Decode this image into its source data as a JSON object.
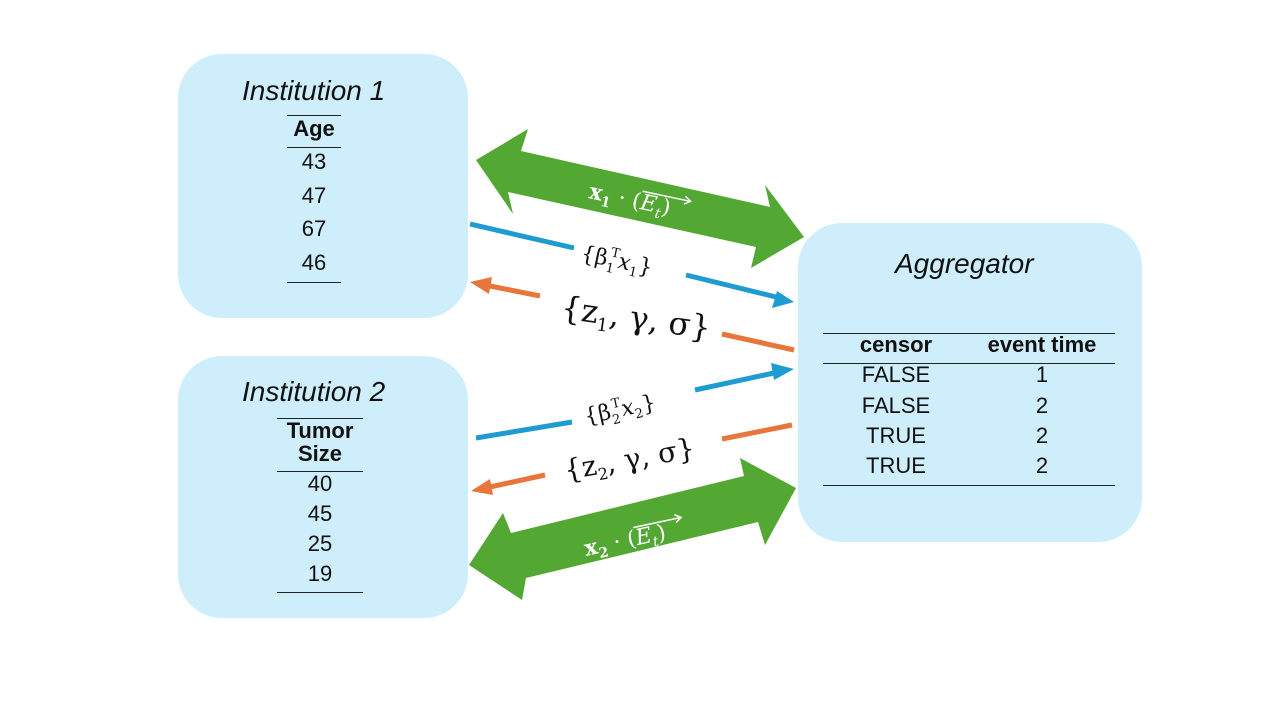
{
  "institution1": {
    "title": "Institution 1",
    "column": "Age",
    "values": [
      "43",
      "47",
      "67",
      "46"
    ]
  },
  "institution2": {
    "title": "Institution 2",
    "column_line1": "Tumor",
    "column_line2": "Size",
    "values": [
      "40",
      "45",
      "25",
      "19"
    ]
  },
  "aggregator": {
    "title": "Aggregator",
    "headers": [
      "censor",
      "event time"
    ],
    "rows": [
      [
        "FALSE",
        "1"
      ],
      [
        "FALSE",
        "2"
      ],
      [
        "TRUE",
        "2"
      ],
      [
        "TRUE",
        "2"
      ]
    ]
  },
  "colors": {
    "box_fill": "#cdeefa",
    "green_arrow": "#52a832",
    "blue_arrow": "#1e9bd0",
    "orange_arrow": "#e8753a"
  },
  "labels": {
    "green1_x": "x",
    "green1_sub": "1",
    "green1_dot": " · (",
    "green1_E": "E",
    "green1_t": "t",
    "green1_close": ")",
    "green2_x": "x",
    "green2_sub": "2",
    "green2_dot": " · (",
    "green2_E": "E",
    "green2_t": "t",
    "green2_close": ")",
    "blue1_open": "{β",
    "blue1_sub": "1",
    "blue1_sup": "T",
    "blue1_x": "x",
    "blue1_xsub": "1",
    "blue1_close": "}",
    "blue2_open": "{β",
    "blue2_sub": "2",
    "blue2_sup": "T",
    "blue2_x": "x",
    "blue2_xsub": "2",
    "blue2_close": "}",
    "orange1_open": "{z",
    "orange1_sub": "1",
    "orange1_rest": ", γ, σ}",
    "orange2_open": "{z",
    "orange2_sub": "2",
    "orange2_rest": ", γ, σ}"
  }
}
